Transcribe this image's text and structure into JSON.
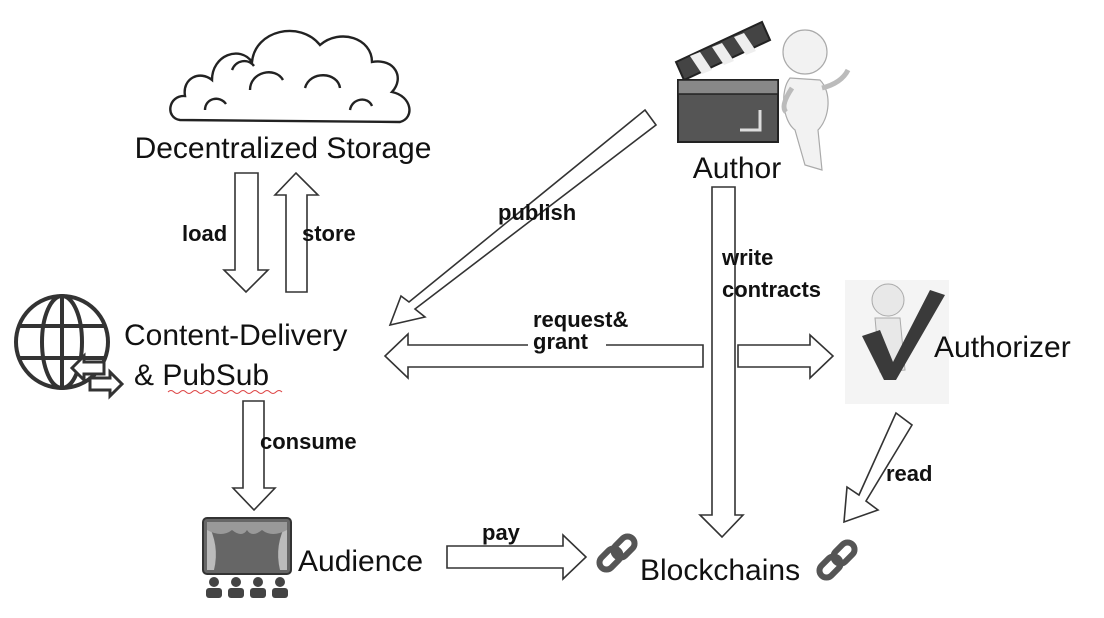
{
  "nodes": {
    "storage": "Decentralized Storage",
    "author": "Author",
    "cdn_line1": "Content-Delivery",
    "cdn_line2": "& PubSub",
    "authorizer": "Authorizer",
    "audience": "Audience",
    "blockchains": "Blockchains"
  },
  "edges": {
    "load": "load",
    "store": "store",
    "publish": "publish",
    "write_line1": "write",
    "write_line2": "contracts",
    "request_line1": "request&",
    "request_line2": "grant",
    "consume": "consume",
    "pay": "pay",
    "read": "read"
  },
  "icons": [
    "cloud-icon",
    "clapperboard-icon",
    "person-icon",
    "globe-icon",
    "exchange-arrows-icon",
    "checkmark-person-icon",
    "theater-stage-icon",
    "chain-link-icon"
  ]
}
